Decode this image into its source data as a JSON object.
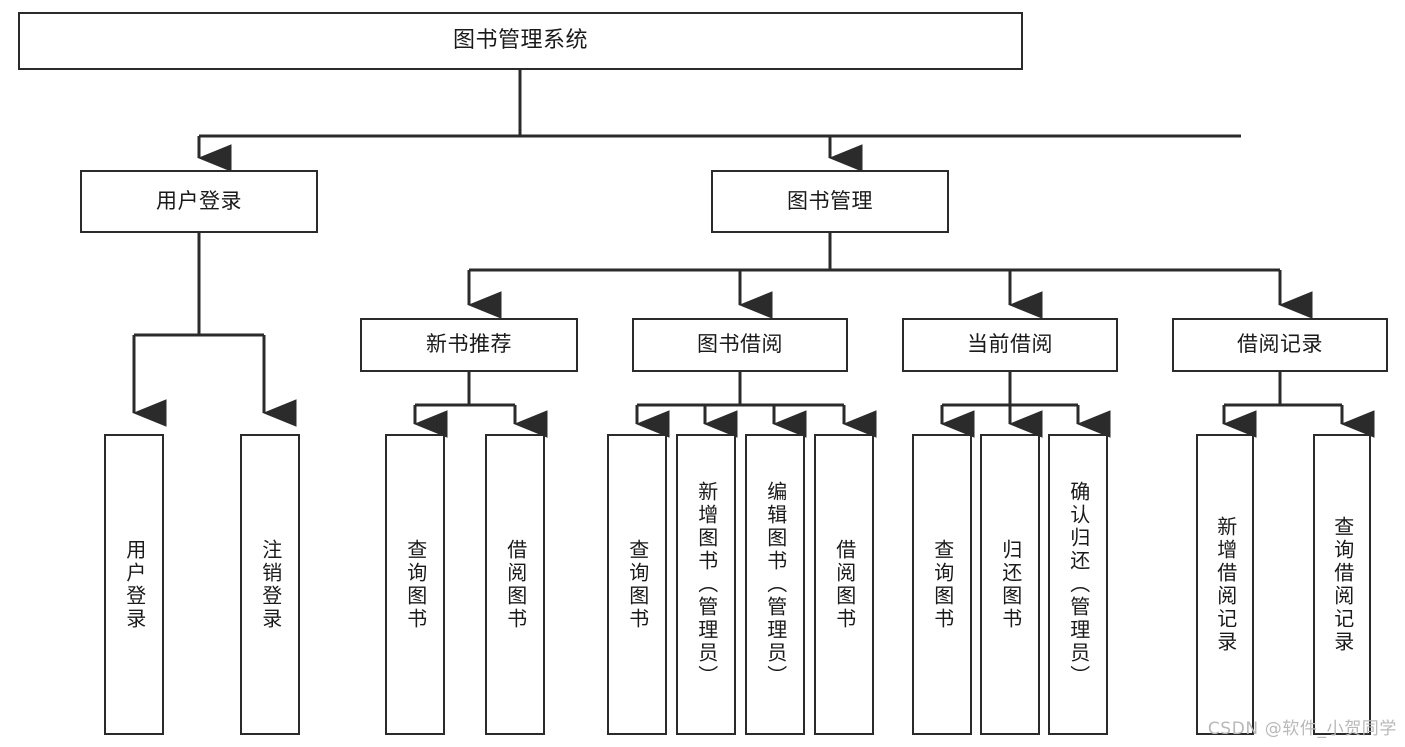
{
  "diagram": {
    "title": "图书管理系统",
    "type": "functional-structure-tree",
    "stroke_color": "#2b2b2b",
    "fill_color": "#ffffff",
    "text_color": "#1a1a1a"
  },
  "root": {
    "label": "图书管理系统"
  },
  "level1": [
    {
      "label": "用户登录"
    },
    {
      "label": "图书管理"
    }
  ],
  "level2": [
    {
      "label": "新书推荐"
    },
    {
      "label": "图书借阅"
    },
    {
      "label": "当前借阅"
    },
    {
      "label": "借阅记录"
    }
  ],
  "leaves": {
    "user_login": [
      {
        "label": "用户登录"
      },
      {
        "label": "注销登录"
      }
    ],
    "new_book_recommend": [
      {
        "label": "查询图书"
      },
      {
        "label": "借阅图书"
      }
    ],
    "book_borrow": [
      {
        "label": "查询图书"
      },
      {
        "label": "新增图书（管理员）"
      },
      {
        "label": "编辑图书（管理员）"
      },
      {
        "label": "借阅图书"
      }
    ],
    "current_borrow": [
      {
        "label": "查询图书"
      },
      {
        "label": "归还图书"
      },
      {
        "label": "确认归还（管理员）"
      }
    ],
    "borrow_record": [
      {
        "label": "新增借阅记录"
      },
      {
        "label": "查询借阅记录"
      }
    ]
  },
  "watermark": {
    "text": "CSDN @软件_小贺同学"
  }
}
